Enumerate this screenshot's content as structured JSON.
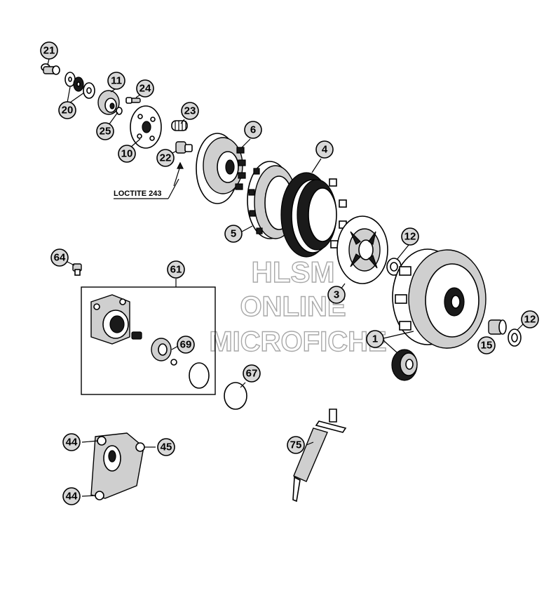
{
  "callouts": {
    "c21": "21",
    "c20": "20",
    "c11": "11",
    "c24": "24",
    "c25": "25",
    "c10": "10",
    "c23": "23",
    "c22": "22",
    "c6": "6",
    "c4": "4",
    "c5": "5",
    "c12a": "12",
    "c3": "3",
    "c12b": "12",
    "c15": "15",
    "c1": "1",
    "c64": "64",
    "c61": "61",
    "c69": "69",
    "c67": "67",
    "c44a": "44",
    "c45": "45",
    "c44b": "44",
    "c75": "75"
  },
  "notes": {
    "loctite": "LOCTITE 243"
  },
  "watermark": {
    "line1": "HLSM",
    "line2": "ONLINE",
    "line3": "MICROFICHE"
  }
}
